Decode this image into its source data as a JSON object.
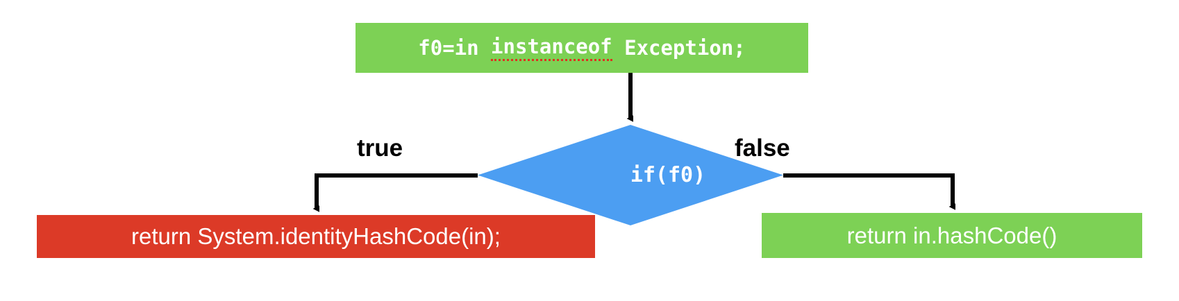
{
  "diagram": {
    "title": "if(f0) decision flowchart",
    "colors": {
      "green": "#7dd155",
      "red": "#dc3a27",
      "blue": "#4c9ef2",
      "text": "#ffffff",
      "edge": "#000000",
      "spellcheck": "#e03020",
      "background": "#ffffff"
    },
    "nodes": {
      "condition_assign": {
        "text_before": "f0=in ",
        "text_misspelled": "instanceof",
        "text_after": " Exception;",
        "full_text": "f0=in instanceof Exception;",
        "shape": "rectangle",
        "fill": "#7dd155"
      },
      "decision": {
        "label": "if(f0)",
        "shape": "diamond",
        "fill": "#4c9ef2"
      },
      "return_identity": {
        "label": "return System.identityHashCode(in);",
        "shape": "rectangle",
        "fill": "#dc3a27"
      },
      "return_hashcode": {
        "label": "return in.hashCode()",
        "shape": "rectangle",
        "fill": "#7dd155"
      }
    },
    "edges": {
      "assign_to_decision": {
        "label": ""
      },
      "true_branch": {
        "label": "true"
      },
      "false_branch": {
        "label": "false"
      }
    }
  }
}
